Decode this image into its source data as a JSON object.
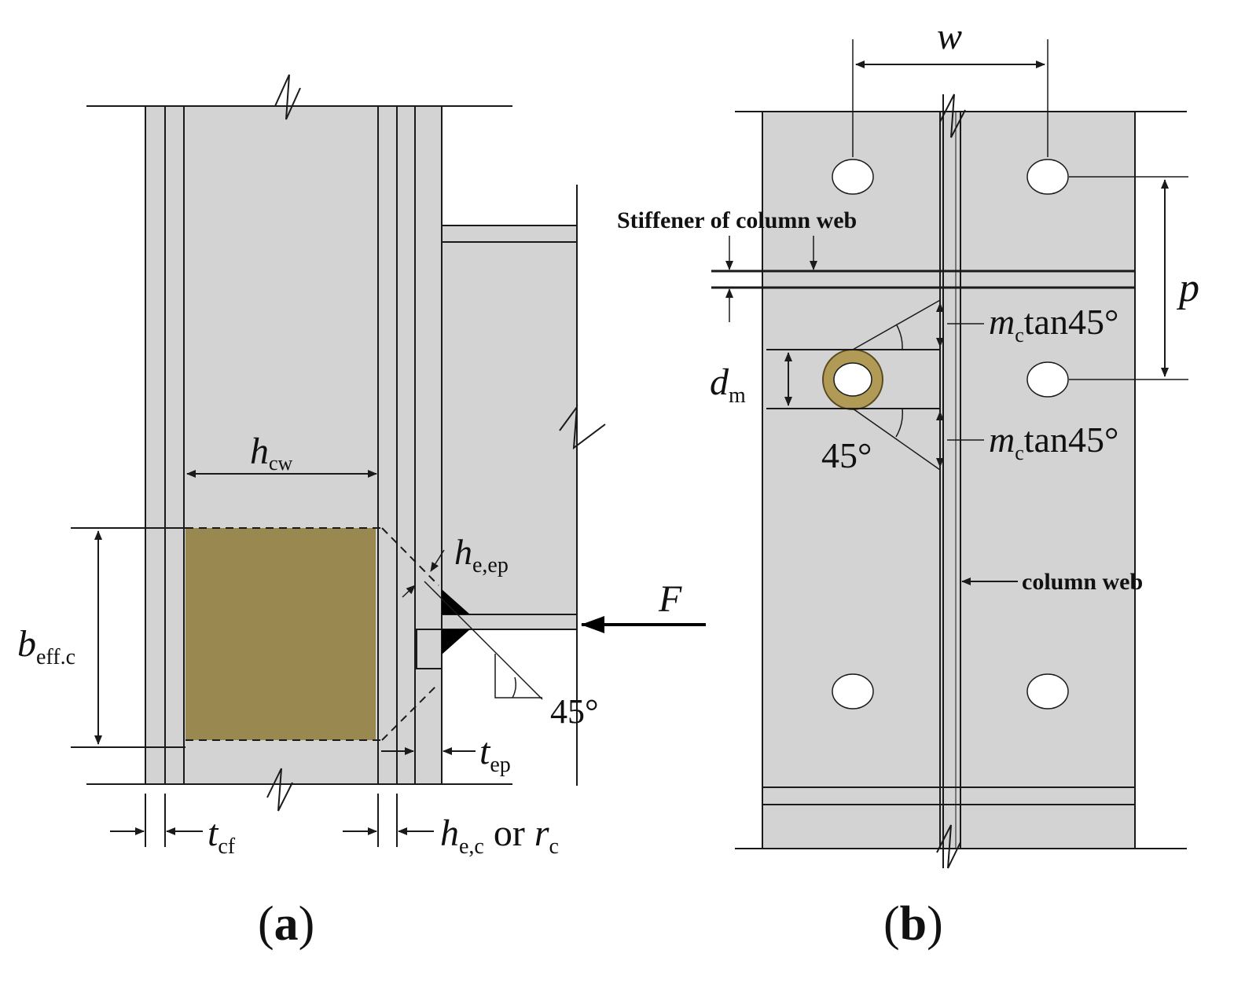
{
  "colors": {
    "steel": "#d3d3d3",
    "zone": "#998850",
    "bolt_ring": "#b09a56",
    "line": "#1a1a1a",
    "weld": "#000000"
  },
  "panel_a": {
    "caption_open": "(",
    "caption_letter": "a",
    "caption_close": ")",
    "h_cw": {
      "base": "h",
      "sub": "cw"
    },
    "b_eff": {
      "base": "b",
      "sub": "eff.c"
    },
    "h_e_ep": {
      "base": "h",
      "sub": "e,ep"
    },
    "force": "F",
    "angle": "45°",
    "t_ep": {
      "base": "t",
      "sub": "ep"
    },
    "t_cf": {
      "base": "t",
      "sub": "cf"
    },
    "h_e_c": {
      "base": "h",
      "sub": "e,c",
      "mid": " or ",
      "base2": "r",
      "sub2": "c"
    }
  },
  "panel_b": {
    "caption_open": "(",
    "caption_letter": "b",
    "caption_close": ")",
    "w_label": "w",
    "p_label": "p",
    "stiffener_label": "Stiffener of column web",
    "d_m": {
      "base": "d",
      "sub": "m"
    },
    "m_top": {
      "base": "m",
      "sub": "c",
      "rest": "tan45°"
    },
    "m_bottom": {
      "base": "m",
      "sub": "c",
      "rest": "tan45°"
    },
    "angle": "45°",
    "column_web_label": "column web"
  }
}
